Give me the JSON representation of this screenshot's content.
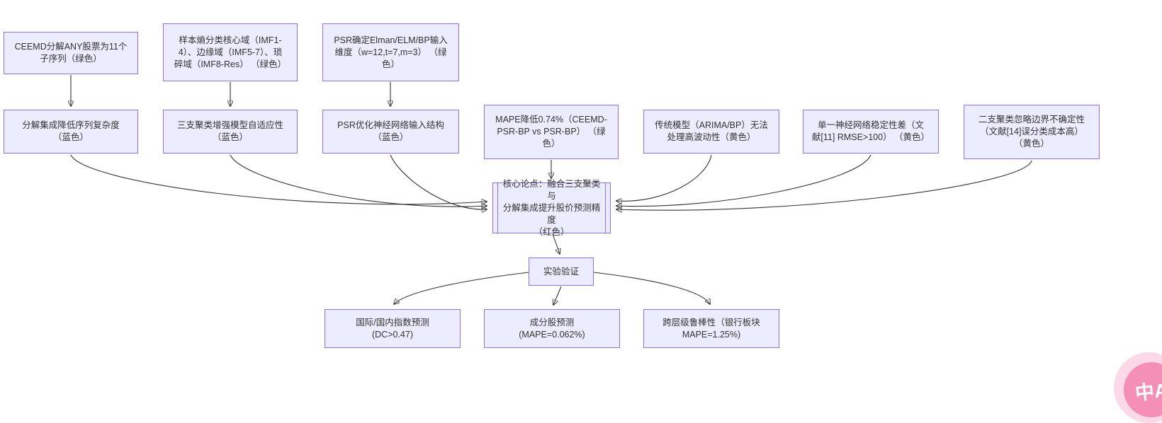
{
  "theme": {
    "background": "#ffffff",
    "node_fill": "#ECECFF",
    "node_border": "#9370DB",
    "text_color": "#333333",
    "edge_color": "#333333",
    "badge_color": "#f48fb8"
  },
  "nodes": {
    "ceemd": {
      "label": "CEEMD分解ANY股票为11个\n子序列（绿色）"
    },
    "sample_entropy": {
      "label": "样本熵分类核心域（IMF1-\n4）、边缘域（IMF5-7）、琐\n碎域（IMF8-Res） （绿色）"
    },
    "psr_dimension": {
      "label": "PSR确定Elman/ELM/BP输入\n维度（w=12,t=7,m=3） （绿\n色）"
    },
    "decomposition_complexity": {
      "label": "分解集成降低序列复杂度\n（蓝色）"
    },
    "three_way_adaptivity": {
      "label": "三支聚类增强模型自适应性\n（蓝色）"
    },
    "psr_structure": {
      "label": "PSR优化神经网络输入结构\n（蓝色）"
    },
    "mape_improvement": {
      "label": "MAPE降低0.74%（CEEMD-\nPSR-BP vs PSR-BP） （绿\n色）"
    },
    "traditional_limitation": {
      "label": "传统模型（ARIMA/BP）无法\n处理高波动性（黄色）"
    },
    "single_nn_instability": {
      "label": "单一神经网络稳定性差（文\n献[11] RMSE>100） （黄色）"
    },
    "two_way_limitation": {
      "label": "二支聚类忽略边界不确定性\n（文献[14]误分类成本高）\n（黄色）"
    },
    "core_thesis": {
      "label": "核心论点：融合三支聚类与\n分解集成提升股价预测精度\n（红色）"
    },
    "experiment_validation": {
      "label": "实验验证"
    },
    "index_prediction": {
      "label": "国际/国内指数预测\n(DC>0.47)"
    },
    "constituent_prediction": {
      "label": "成分股预测\n(MAPE=0.062%)"
    },
    "cross_level_robustness": {
      "label": "跨层级鲁棒性（银行板块\nMAPE=1.25%)"
    }
  },
  "edges": [
    {
      "from": "ceemd",
      "to": "decomposition_complexity"
    },
    {
      "from": "sample_entropy",
      "to": "three_way_adaptivity"
    },
    {
      "from": "psr_dimension",
      "to": "psr_structure"
    },
    {
      "from": "decomposition_complexity",
      "to": "core_thesis"
    },
    {
      "from": "three_way_adaptivity",
      "to": "core_thesis"
    },
    {
      "from": "psr_structure",
      "to": "core_thesis"
    },
    {
      "from": "mape_improvement",
      "to": "core_thesis"
    },
    {
      "from": "traditional_limitation",
      "to": "core_thesis"
    },
    {
      "from": "single_nn_instability",
      "to": "core_thesis"
    },
    {
      "from": "two_way_limitation",
      "to": "core_thesis"
    },
    {
      "from": "core_thesis",
      "to": "experiment_validation"
    },
    {
      "from": "experiment_validation",
      "to": "index_prediction"
    },
    {
      "from": "experiment_validation",
      "to": "constituent_prediction"
    },
    {
      "from": "experiment_validation",
      "to": "cross_level_robustness"
    }
  ],
  "badge": {
    "label": "中A"
  }
}
